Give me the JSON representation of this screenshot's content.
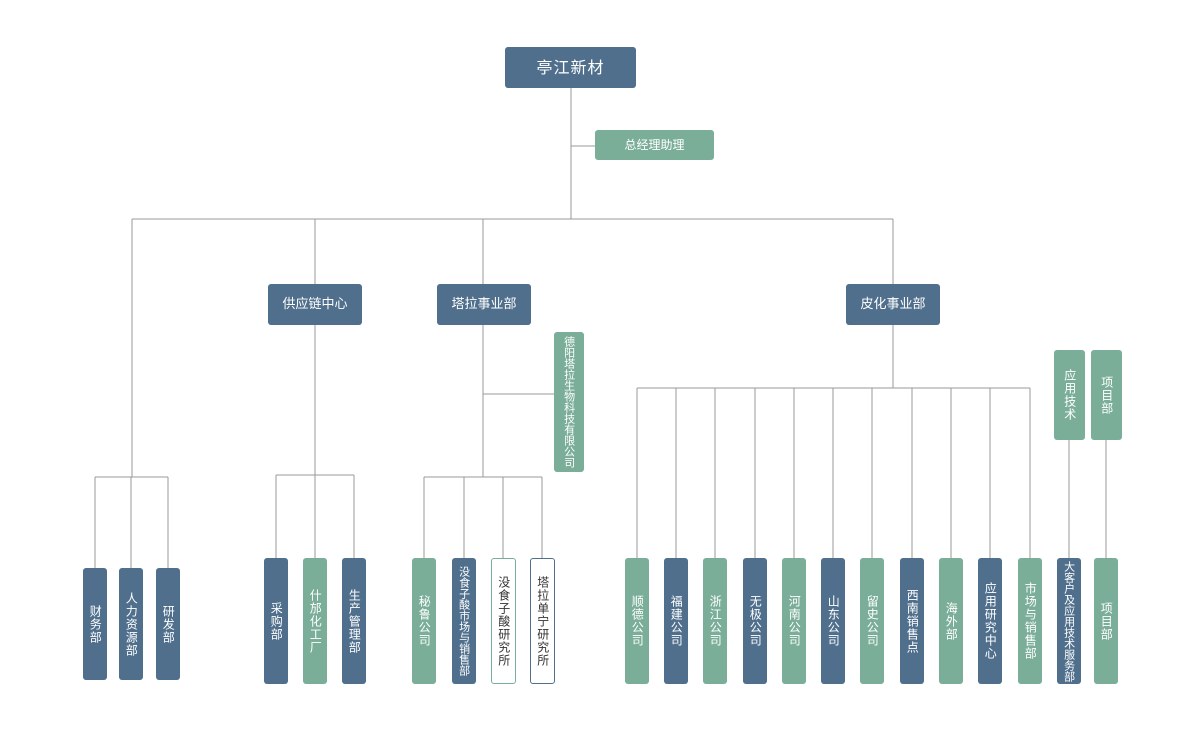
{
  "root": "亭江新材",
  "assistant": "总经理助理",
  "departments": {
    "finance": "财务部",
    "hr": "人力资源部",
    "rnd": "研发部",
    "supply": "供应链中心",
    "tala": "塔拉事业部",
    "leather": "皮化事业部"
  },
  "supply_children": [
    "采购部",
    "什邡化工厂",
    "生产管理部"
  ],
  "tala_side": "德阳塔拉生物科技有限公司",
  "tala_children": [
    "秘鲁公司",
    "没食子酸市场与销售部",
    "没食子酸研究所",
    "塔拉单宁研究所"
  ],
  "leather_side": [
    "应用技术",
    "项目部"
  ],
  "leather_children": [
    "顺德公司",
    "福建公司",
    "浙江公司",
    "无极公司",
    "河南公司",
    "山东公司",
    "留史公司",
    "西南销售点",
    "海外部",
    "应用研究中心",
    "市场与销售部"
  ],
  "leather_side_children": [
    "大客户及应用技术服务部",
    "项目部"
  ],
  "colors": {
    "blue": "#4f6f8c",
    "green": "#7aae99",
    "line": "#9a9a9a"
  }
}
